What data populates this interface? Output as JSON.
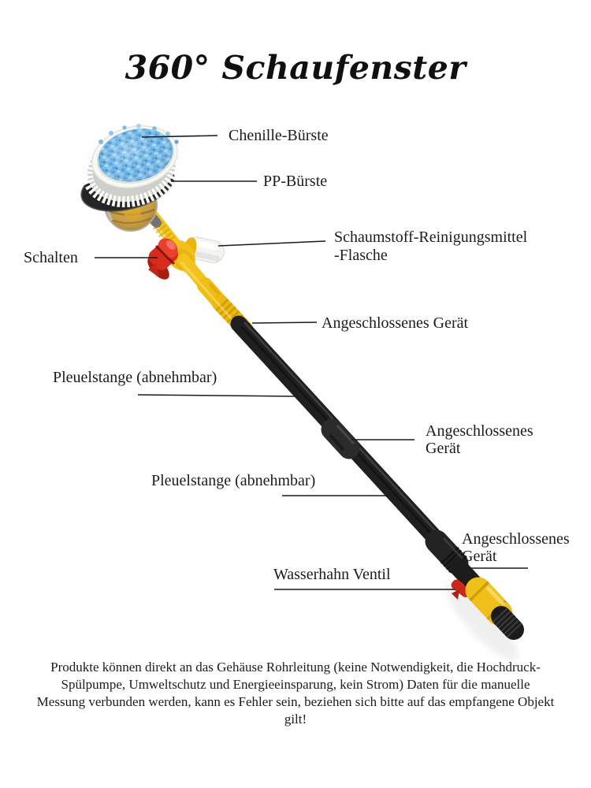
{
  "title": "360° Schaufenster",
  "callouts": {
    "chenille_brush": "Chenille-Bürste",
    "pp_brush": "PP-Bürste",
    "foam_bottle_line1": "Schaumstoff-Reinigungsmittel",
    "foam_bottle_line2": "-Flasche",
    "switch": "Schalten",
    "connected_device_top": "Angeschlossenes Gerät",
    "rod_upper": "Pleuelstange (abnehmbar)",
    "connected_device_mid_line1": "Angeschlossenes",
    "connected_device_mid_line2": "Gerät",
    "rod_lower": "Pleuelstange (abnehmbar)",
    "connected_device_bottom_line1": "Angeschlossenes",
    "connected_device_bottom_line2": "Gerät",
    "faucet_valve": "Wasserhahn Ventil"
  },
  "footer_note": "Produkte können direkt an das Gehäuse Rohrleitung (keine Notwendigkeit, die Hochdruck-Spülpumpe, Umweltschutz und Energieeinsparung, kein Strom) Daten für die manuelle Messung verbunden werden, kann es Fehler sein, beziehen sich bitte auf das empfangene Objekt gilt!",
  "colors": {
    "brush_blue": "#6FB5E5",
    "handle_yellow": "#F2C41D",
    "switch_red": "#D62C1B",
    "pole_black": "#1F1F1F",
    "text": "#1A1A1A"
  }
}
